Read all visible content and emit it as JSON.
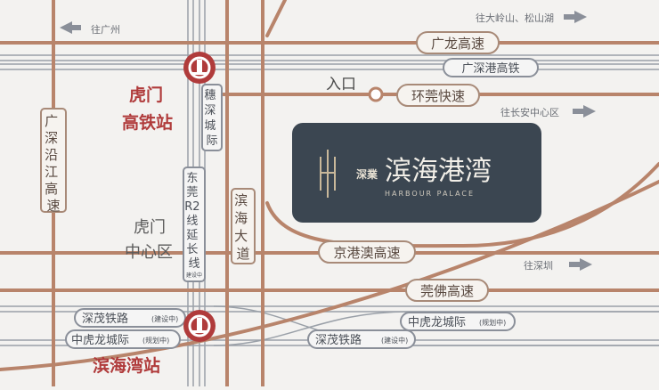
{
  "directions": {
    "guangzhou": "往广州",
    "dalingshan_songshanhu": "往大岭山、松山湖",
    "changan": "往长安中心区",
    "shenzhen": "往深圳"
  },
  "roads": {
    "guanglong": "广龙高速",
    "guangshengang_rail": "广深港高铁",
    "huanguan": "环莞快速",
    "jinggangao": "京港澳高速",
    "guanfo": "莞佛高速",
    "guangshen_yanjiang": "广深沿江高速",
    "binhai_dadao": "滨海大道",
    "suishen_chengji": "穗深城际",
    "dongguan_r2": "东莞R2线延长线",
    "dongguan_r2_status": "建设中",
    "shenmao_rail_left": "深茂铁路",
    "shenmao_rail_left_status": "建设中",
    "zhonghulong_left": "中虎龙城际",
    "zhonghulong_left_status": "规划中",
    "zhonghulong_right": "中虎龙城际",
    "zhonghulong_right_status": "规划中",
    "shenmao_rail_right": "深茂铁路",
    "shenmao_rail_right_status": "建设中"
  },
  "places": {
    "entrance": "入口",
    "humen_station_line1": "虎门",
    "humen_station_line2": "高铁站",
    "humen_center_line1": "虎门",
    "humen_center_line2": "中心区",
    "binhaiwan_station": "滨海湾站"
  },
  "project": {
    "name": "滨海港湾",
    "brand": "深業",
    "english": "HARBOUR PALACE"
  },
  "colors": {
    "road": "#b8846b",
    "rail": "#8a8f99",
    "station": "#b03b3b",
    "panel": "#3b4651"
  }
}
